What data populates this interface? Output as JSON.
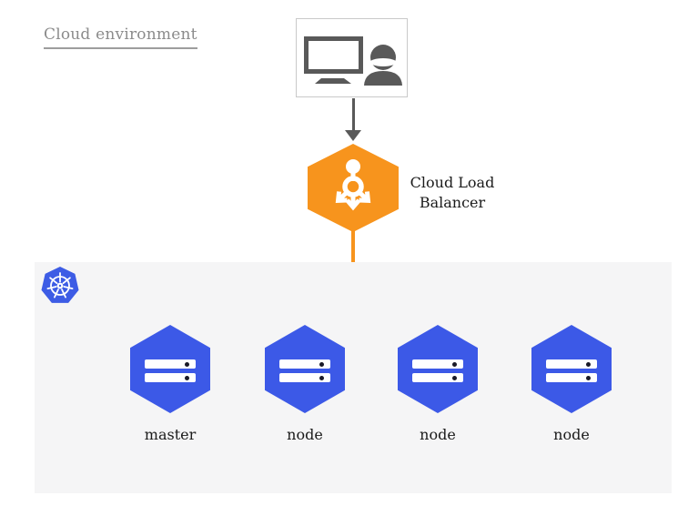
{
  "header": {
    "title": "Cloud environment"
  },
  "client": {
    "icon": "workstation-user-icon"
  },
  "load_balancer": {
    "label": "Cloud Load Balancer",
    "icon": "load-balancer-icon",
    "color": "#F7941D"
  },
  "cluster": {
    "icon": "kubernetes-logo-icon",
    "panel_color": "#F5F5F6",
    "node_hex_color": "#3C59E7",
    "kubernetes_logo_color": "#3D5CE5",
    "nodes": [
      {
        "label": "master",
        "icon": "server-icon"
      },
      {
        "label": "node",
        "icon": "server-icon"
      },
      {
        "label": "node",
        "icon": "server-icon"
      },
      {
        "label": "node",
        "icon": "server-icon"
      }
    ]
  },
  "colors": {
    "connector_orange": "#F7941D",
    "icon_gray": "#595959",
    "title_gray": "#8B8B8B",
    "label_black": "#1B1B1B"
  }
}
